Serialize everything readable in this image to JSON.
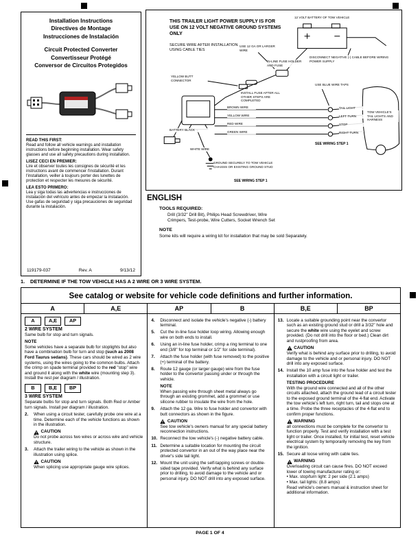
{
  "header_box": {
    "titles": [
      "Installation Instructions",
      "Directives de Montage",
      "Instrucciones de Instalación"
    ],
    "product": [
      "Circuit Protected Converter",
      "Convertisseur Protégé",
      "Conversor de Circuitos Protegidos"
    ],
    "read_first": {
      "en_head": "READ THIS FIRST:",
      "en_body": "Read and follow all vehicle warnings and installation instructions before beginning installation. Wear safety glasses and use all safety precautions during installation.",
      "fr_head": "LISEZ CECI EN PREMIER:",
      "fr_body": "Lire et observer toutes les consignes de sécurité et les instructions avant de commencer l'installation. Durant l'installation, veiller à toujours porter des lunettes de protection et respecter les mesures de sécurité.",
      "es_head": "LEA ESTO PRIMERO:",
      "es_body": "Lea y siga todas las advertencias e instrucciones de instalación del vehículo antes de empezar la instalación. Use gafas de seguridad y siga precauciones de seguridad durante la instalación."
    },
    "part_number": "119179-037",
    "revision": "Rev. A",
    "date": "9/13/12"
  },
  "diagram": {
    "title": "THIS TRAILER LIGHT POWER SUPPLY IS FOR USE ON 12 VOLT NEGATIVE GROUND SYSTEMS ONLY",
    "secure": "SECURE WIRE AFTER INSTALLATION USING CABLE TIES",
    "battery": "12 VOLT BATTERY OF TOW VEHICLE",
    "use_12ga": "USE 12 GA OR LARGER WIRE",
    "butt_connector": "YELLOW BUTT CONNECTOR",
    "fuse_holder": "IN-LINE FUSE HOLDER AND FUSE",
    "disconnect": "DISCONNECT NEGATIVE (-) CABLE BEFORE WIRING POWER SUPPLY",
    "install_fuse": "INSTALL FUSE AFTER ALL OTHER STEPS ARE COMPLETED",
    "blue_taps": "USE BLUE WIRE TAPS",
    "battery_black": "BATTERY BLACK",
    "brown": "BROWN WIRE",
    "yellow": "YELLOW WIRE",
    "red": "RED WIRE",
    "green": "GREEN WIRE",
    "tail": "TAIL LIGHT",
    "left_turn": "LEFT TURN",
    "stop": "STOP",
    "right_turn": "RIGHT TURN",
    "tow_harness": "TOW VEHICLE'S TAIL LIGHTS AND HARNESS",
    "white": "WHITE WIRE",
    "ground": "GROUND SECURELY TO TOW VEHICLE CHASSIS OR EXISTING GROUND STUD",
    "see_step_right": "SEE WIRING STEP 1",
    "see_step_bottom": "SEE WIRING STEP 1"
  },
  "english": {
    "heading": "ENGLISH",
    "tools_head": "TOOLS REQUIRED:",
    "tools_body": "Drill (3/32\" Drill Bit), Philips Head Screwdriver, Wire Crimpers, Test-probe, Wire Cutters, Socket Wrench Set",
    "note_head": "NOTE",
    "note_body": "Some kits will require a wiring kit for installation that may be sold Separately."
  },
  "step1": {
    "num": "1.",
    "text": "DETERMINE IF THE TOW VEHICLE HAS A 2 WIRE OR 3 WIRE SYSTEM."
  },
  "catalog": {
    "header": "See catalog or website for vehicle code definitions and further information.",
    "codes": [
      "A",
      "A,E",
      "AP",
      "B",
      "B,E",
      "BP"
    ]
  },
  "col1": {
    "codes2": [
      "A",
      "A,E",
      "AP"
    ],
    "sys2_title": "2 WIRE SYSTEM",
    "sys2_desc": "Same bulb for stop and turn signals.",
    "note_head": "NOTE",
    "note_p1": "Some vehicles have a separate bulb for stoplights but also have a combination bulb for turn and stop ",
    "note_b1": "(such as 2008 Ford Taurus sedans)",
    "note_p2": ". These cars should be wired as 2 wire systems, using the wires going to the common bulbs. Attach the crimp on spade terminal provided to the ",
    "note_b2": "red",
    "note_p3": " \"stop\" wire and ground it along with the ",
    "note_b3": "white",
    "note_p4": " wire (mounting step 3). Install the rest per diagram / illustration.",
    "codes3": [
      "B",
      "B,E",
      "BP"
    ],
    "sys3_title": "3 WIRE SYSTEM",
    "sys3_desc": "Separate bulbs for stop and turn signals. Both Red or Amber turn signals. Install per diagram / illustration.",
    "i2_num": "2.",
    "i2": "When using a circuit tester, carefully probe one wire at a time. Determine each of the vehicle functions as shown in the illustration.",
    "caution1_label": "CAUTION",
    "caution1": "Do not probe across two wires or across wire and vehicle structure.",
    "i3_num": "3.",
    "i3": "Attach the trailer wiring to the vehicle as shown in the illustration using splice.",
    "caution2_label": "CAUTION",
    "caution2": "When splicing use appropriate gauge wire splices."
  },
  "col2": {
    "i4_num": "4.",
    "i4": "Disconnect and isolate the vehicle's negative (-) battery terminal.",
    "i5_num": "5.",
    "i5": "Cut the in-line fuse holder loop wiring. Allowing enough wire on both ends to install.",
    "i6_num": "6.",
    "i6": "Using an in-line fuse holder, crimp a ring terminal to one end (3/8\" for top terminal or 1/2\" for side terminal).",
    "i7_num": "7.",
    "i7": "Attach the fuse holder (with fuse removed) to the positive (+) terminal of the battery.",
    "i8_num": "8.",
    "i8": "Route 12 gauge (or larger gauge) wire from the fuse holder to the convertor passing under or through the vehicle.",
    "note_head": "NOTE",
    "note": "When passing wire through sheet metal always go through an existing grommet, add a grommet or use silicone rubber to insulate the wire from the hole.",
    "i9_num": "9.",
    "i9": "Attach the 12 ga. Wire to fuse holder and convertor with butt connectors as shown in the figure.",
    "caution_label": "CAUTION",
    "caution": "See tow vehicle's owners manual for any special battery reconnection instructions.",
    "i10_num": "10.",
    "i10": "Reconnect the tow vehicle's (-) negative battery cable.",
    "i11_num": "11.",
    "i11": "Determine a suitable location for mounting the circuit protected convertor in an out of the way place near the driver's side tail light.",
    "i12_num": "12.",
    "i12": "Mount the unit using the self-tapping screws or double-sided tape provided. Verify what is behind any surface prior to drilling, to avoid damage to the vehicle and or personal injury. DO NOT drill into any exposed surface."
  },
  "col3": {
    "i13_num": "13.",
    "i13_p1": "Locate a suitable grounding point near the convertor such as an existing ground stud or drill a 3/32\" hole and secure the ",
    "i13_b1": "white",
    "i13_p2": " wire using the eyelet and screw provided. (Do not drill into the floor or bed.) Clean dirt and rustproofing from area.",
    "caution_label": "CAUTION",
    "caution": "Verify what is behind any surface prior to drilling, to avoid damage to the vehicle and or personal injury. DO NOT drill into any exposed surface.",
    "i14_num": "14.",
    "i14": "Install the 10 amp fuse into the fuse holder and test the installation with a circuit light or trailer.",
    "testing_head": "TESTING PROCEDURE",
    "testing": "With the ground wire connected and all of the other circuits attached, attach the ground lead of a circuit tester to the exposed ground terminal of the 4-flat end. Activate the tow vehicle's left turn, right turn, tail and stops one at a time. Probe the three receptacles of the 4-flat end to confirm proper functions.",
    "warning1_label": "WARNING",
    "warning1": "all connections must be complete for the convertor to function properly. Test and verify installation with a test light or trailer. Once installed, for initial test, reset vehicle electrical system by temporarily removing the key from the ignition.",
    "i15_num": "15.",
    "i15": "Secure all loose wiring with cable ties.",
    "warning2_label": "WARNING",
    "warning2": "Overloading circuit can cause fires. DO NOT exceed lower of towing manufacturer rating or:",
    "bullet1": "• Max. stop/turn light: 2 per side (2.1 amps)",
    "bullet2": "• Max. tail lights: (8.8 amps)",
    "warning2_end": "Read vehicle's owners manual & instruction sheet for additional information."
  },
  "footer": "PAGE 1 OF 4"
}
